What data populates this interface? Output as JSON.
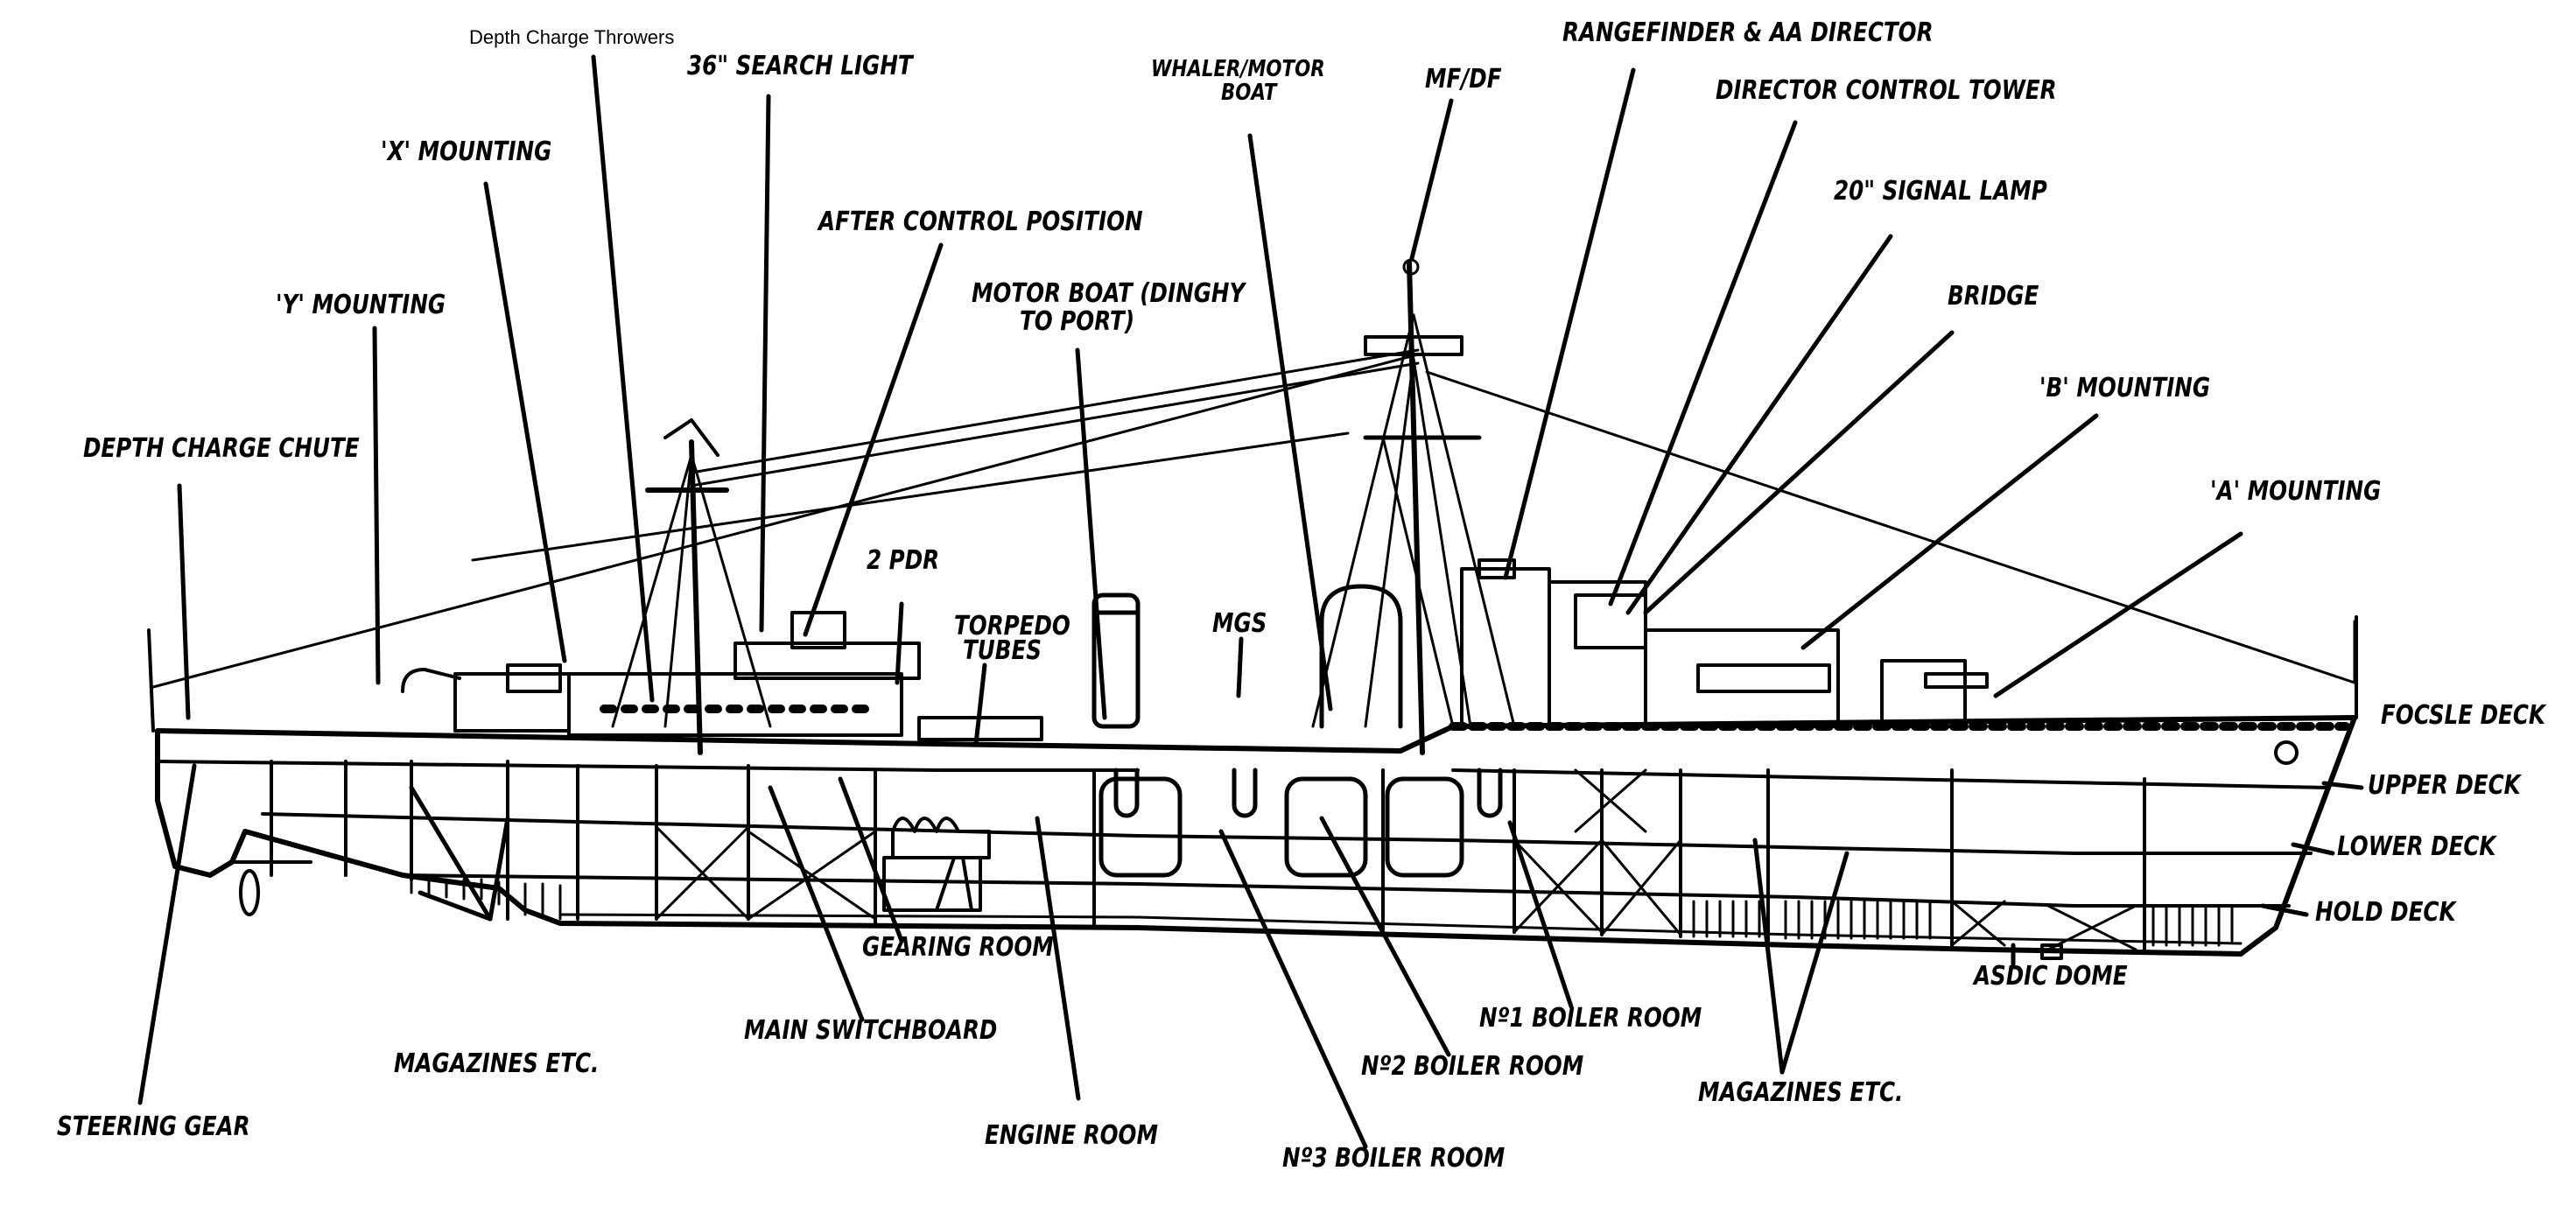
{
  "diagram": {
    "subject": "Destroyer inboard profile (cutaway side elevation)",
    "colors": {
      "ink": "#000000",
      "paper": "#ffffff"
    },
    "added_label": "Depth Charge Throwers",
    "labels": {
      "depth_charge_throwers": "Depth Charge Throwers",
      "search_light": "36\" SEARCH LIGHT",
      "x_mounting": "'X' MOUNTING",
      "after_control": "AFTER CONTROL POSITION",
      "y_mounting": "'Y' MOUNTING",
      "depth_charge_chute": "DEPTH CHARGE CHUTE",
      "whaler_1": "WHALER/MOTOR",
      "whaler_2": "BOAT",
      "mfdf": "MF/DF",
      "rangefinder": "RANGEFINDER & AA DIRECTOR",
      "director_tower": "DIRECTOR CONTROL TOWER",
      "signal_lamp": "20\" SIGNAL LAMP",
      "bridge": "BRIDGE",
      "b_mounting": "'B' MOUNTING",
      "a_mounting": "'A' MOUNTING",
      "motor_boat_1": "MOTOR BOAT (DINGHY",
      "motor_boat_2": "TO PORT)",
      "two_pdr": "2 PDR",
      "torpedo_1": "TORPEDO",
      "torpedo_2": "TUBES",
      "mgs": "MGS",
      "focsle_deck": "FOCSLE  DECK",
      "upper_deck": "UPPER  DECK",
      "lower_deck": "LOWER  DECK",
      "hold_deck": "HOLD DECK",
      "asdic_dome": "ASDIC DOME",
      "gearing_room": "GEARING ROOM",
      "main_switchboard": "MAIN SWITCHBOARD",
      "magazines_aft": "MAGAZINES ETC.",
      "steering_gear": "STEERING GEAR",
      "engine_room": "ENGINE ROOM",
      "boiler_1": "Nº1 BOILER ROOM",
      "boiler_2": "Nº2 BOILER ROOM",
      "boiler_3": "Nº3 BOILER ROOM",
      "magazines_fwd": "MAGAZINES ETC."
    },
    "decks": [
      "FOCSLE DECK",
      "UPPER DECK",
      "LOWER DECK",
      "HOLD DECK"
    ],
    "mountings": [
      "'A' MOUNTING",
      "'B' MOUNTING",
      "'X' MOUNTING",
      "'Y' MOUNTING"
    ],
    "boiler_rooms": [
      "Nº1 BOILER ROOM",
      "Nº2 BOILER ROOM",
      "Nº3 BOILER ROOM"
    ]
  }
}
